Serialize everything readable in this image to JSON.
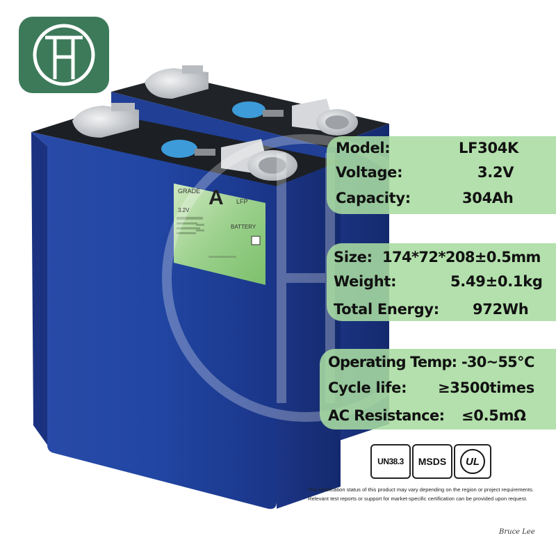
{
  "brand": {
    "logo_icon": "th-monogram-logo",
    "logo_bg_color": "#3d7a5a",
    "logo_text": "TH"
  },
  "product_label": {
    "grade_title": "GRADE",
    "grade": "A",
    "chemistry": "LFP",
    "voltage": "3.2V",
    "battery_word": "BATTERY"
  },
  "specs": {
    "model_label": "Model:",
    "model_value": "LF304K",
    "voltage_label": "Voltage:",
    "voltage_value": "3.2V",
    "capacity_label": "Capacity:",
    "capacity_value": "304Ah",
    "size_label": "Size:",
    "size_value": "174*72*208±0.5mm",
    "weight_label": "Weight:",
    "weight_value": "5.49±0.1kg",
    "energy_label": "Total Energy:",
    "energy_value": "972Wh",
    "temp_label": "Operating Temp:",
    "temp_value": "-30~55℃",
    "cycle_label": "Cycle life:",
    "cycle_value": "≥3500times",
    "resistance_label": "AC Resistance:",
    "resistance_value": "≤0.5mΩ"
  },
  "certifications": [
    "UN38.3",
    "MSDS",
    "UL"
  ],
  "disclaimer": "The certification status of this product may vary depending on the region or project requirements. Relevant test reports or support for market-specific certification can be provided upon request.",
  "signature": "Bruce Lee",
  "colors": {
    "cell_blue": "#1f3f9a",
    "cell_top": "#1c1f24",
    "panel_green": "#a8dca0",
    "terminal_silver": "#c9ccd0",
    "vent_blue": "#3c9bd8"
  }
}
